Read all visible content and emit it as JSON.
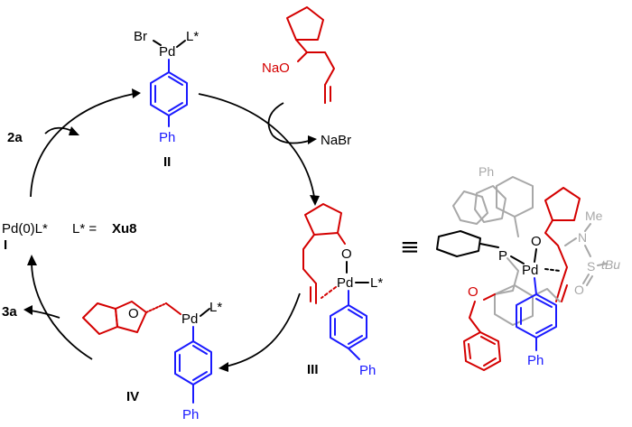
{
  "colors": {
    "substrate": "#d40000",
    "aryl": "#1a1aff",
    "ligand_gray": "#a8a8a8",
    "ink": "#000000"
  },
  "species": {
    "II": {
      "label": "II",
      "pd": "Pd",
      "br": "Br",
      "ligand": "L*",
      "ph": "Ph"
    },
    "alkoxide": {
      "counterion": "NaO"
    },
    "III": {
      "label": "III",
      "o": "O",
      "pd": "Pd",
      "ligand": "L*",
      "ph": "Ph"
    },
    "IV": {
      "label": "IV",
      "o": "O",
      "pd": "Pd",
      "ligand": "L*",
      "ph": "Ph"
    },
    "I": {
      "label": "I",
      "formula": "Pd(0)L*",
      "ligand_def_prefix": "L* =",
      "ligand_name": "Xu8"
    }
  },
  "cycle_labels": {
    "reagent_in": "2a",
    "byproduct_out": "NaBr",
    "product_out": "3a"
  },
  "equivalence": "≡",
  "model_3d": {
    "ph_top": "Ph",
    "p": "P",
    "pd": "Pd",
    "o_up": "O",
    "o_low": "O",
    "o_sulfinyl": "O",
    "s": "S",
    "n": "N",
    "me": "Me",
    "tbu": "tBu",
    "ph_bottom": "Ph"
  }
}
